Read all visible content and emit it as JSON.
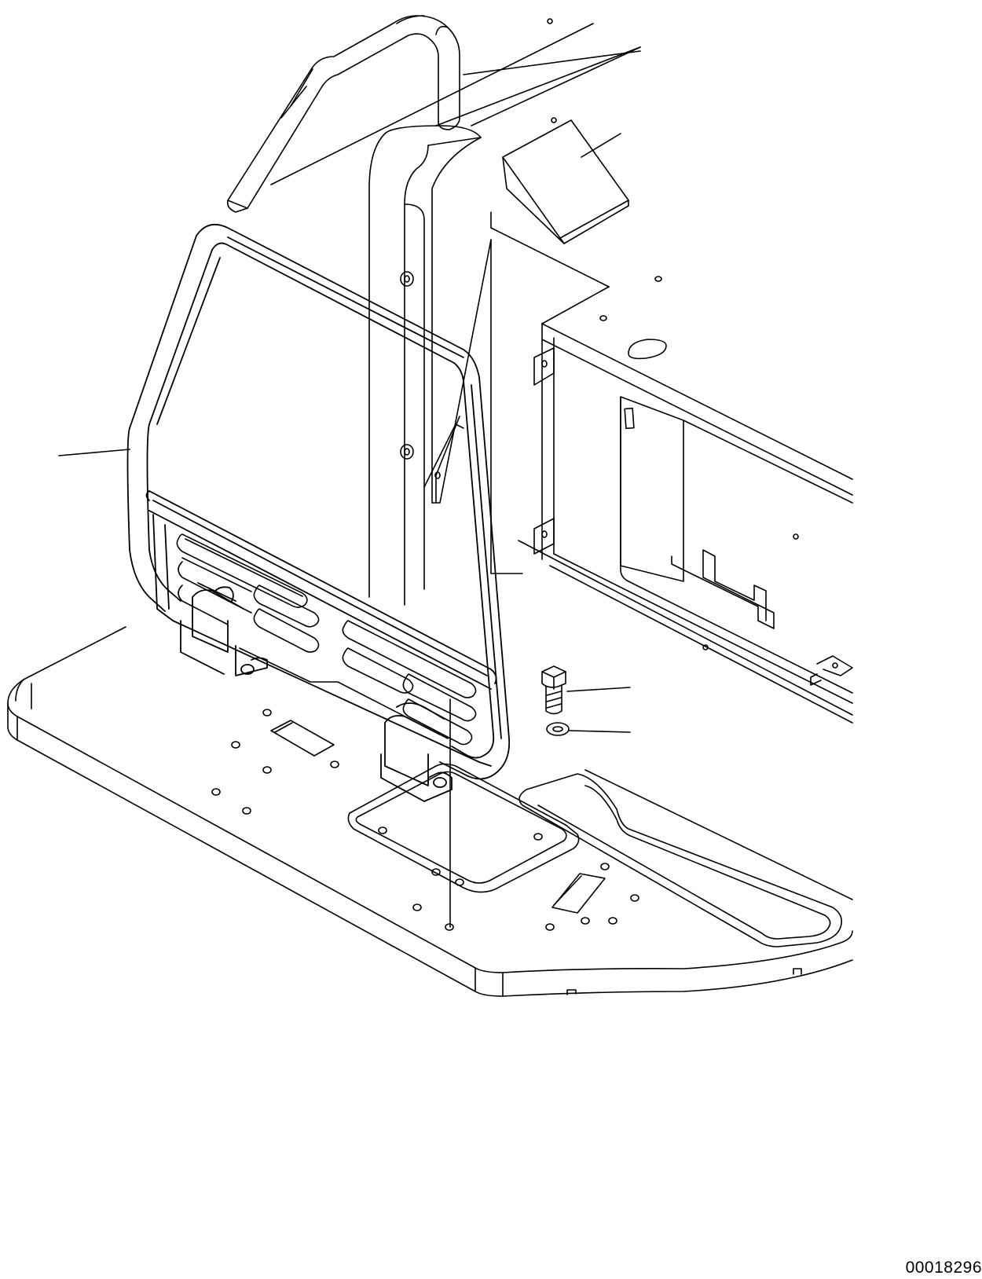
{
  "drawing": {
    "part_code": "00018296",
    "line_color": "#000000",
    "background_color": "#ffffff"
  },
  "parts": [
    {
      "name": "handrail",
      "icon": "handrail-icon"
    },
    {
      "name": "bolt",
      "icon": "bolt-icon"
    },
    {
      "name": "washer",
      "icon": "washer-icon"
    },
    {
      "name": "floor-plate",
      "icon": "floor-plate-icon"
    },
    {
      "name": "cab-frame",
      "icon": "cab-frame-icon"
    }
  ]
}
